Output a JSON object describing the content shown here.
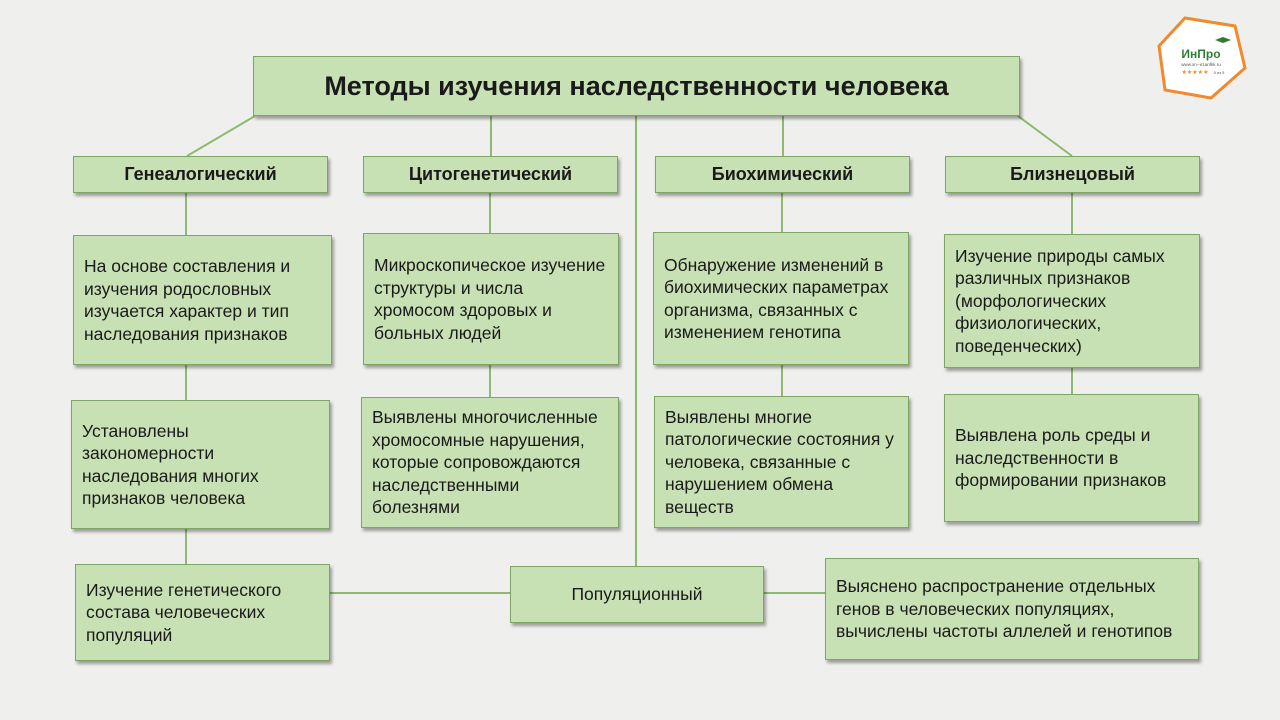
{
  "title": "Методы изучения наследственности человека",
  "methods": {
    "genealogical": {
      "name": "Генеалогический",
      "description": "На основе составления и изучения родословных изучается характер и тип наследования признаков",
      "result": "Установлены закономерности наследования многих признаков человека"
    },
    "cytogenetic": {
      "name": "Цитогенетический",
      "description": "Микроскопическое изучение структуры и числа хромосом здоровых и больных людей",
      "result": "Выявлены многочисленные хромосомные нарушения, которые сопровождаются наследственными болезнями"
    },
    "biochemical": {
      "name": "Биохимический",
      "description": "Обнаружение изменений в биохимических параметрах организма, связанных с изменением генотипа",
      "result": "Выявлены многие патологические состояния у человека, связанные с нарушением обмена веществ"
    },
    "twin": {
      "name": "Близнецовый",
      "description": "Изучение природы самых различных признаков (морфологических физиологических, поведенческих)",
      "result": "Выявлена роль среды и наследственности в формировании признаков"
    },
    "population": {
      "name": "Популяционный",
      "description": "Изучение генетического состава человеческих популяций",
      "result": "Выяснено распространение отдельных генов в человеческих популяциях, вычислены частоты аллелей и генотипов"
    }
  },
  "logo": {
    "text": "ИнПро",
    "url": "www.xn--e1anfkk.ru",
    "rating": "★★★★★",
    "rating_value": "5 из 5",
    "accent": "#f08a2c",
    "brand": "#2e7d32"
  },
  "colors": {
    "box_fill": "#c8e1b4",
    "box_border": "#7ea564",
    "connector": "#8cba70"
  }
}
